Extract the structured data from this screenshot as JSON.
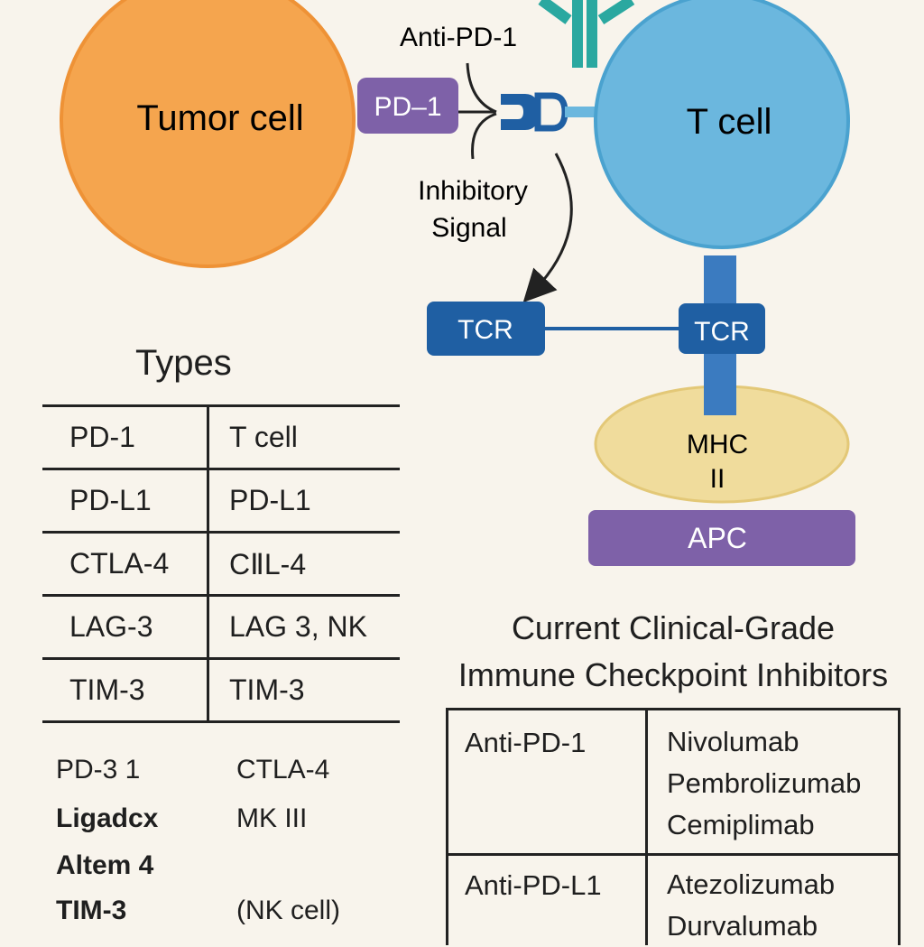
{
  "diagram": {
    "tumor_label": "Tumor cell",
    "tcell_label": "T cell",
    "pd1_label": "PD–1",
    "antipd1_label": "Anti-PD-1",
    "inhibitory_line1": "Inhibitory",
    "inhibitory_line2": "Signal",
    "tcr_left_label": "TCR",
    "tcr_right_label": "TCR",
    "mhc_line1": "MHC",
    "mhc_line2": "II",
    "apc_label": "APC",
    "colors": {
      "tumor": "#f5a54e",
      "tcell": "#6bb7de",
      "pd1_box": "#7e61a8",
      "tcr_box": "#1f5fa3",
      "mhc": "#f0dc9c",
      "apc": "#7e61a8",
      "antibody": "#2aa8a0"
    }
  },
  "types": {
    "title": "Types",
    "rows": [
      [
        "PD-1",
        "T cell"
      ],
      [
        "PD-L1",
        "PD-L1"
      ],
      [
        "CTLA-4",
        "CⅡL-4"
      ],
      [
        "LAG-3",
        "LAG 3, NK"
      ],
      [
        "TIM-3",
        "TIM-3"
      ]
    ]
  },
  "extra": {
    "col1": [
      "PD-3 1",
      "Ligadcx",
      "Altem 4",
      "TIM-3"
    ],
    "col2": [
      "CTLA-4",
      "MK III",
      "(NK cell)"
    ]
  },
  "clinical": {
    "title_line1": "Current Clinical-Grade",
    "title_line2": "Immune Checkpoint Inhibitors",
    "rows": [
      {
        "category": "Anti-PD-1",
        "drugs": [
          "Nivolumab",
          "Pembrolizumab",
          "Cemiplimab"
        ]
      },
      {
        "category": "Anti-PD-L1",
        "drugs": [
          "Atezolizumab",
          "Durvalumab"
        ]
      }
    ]
  }
}
